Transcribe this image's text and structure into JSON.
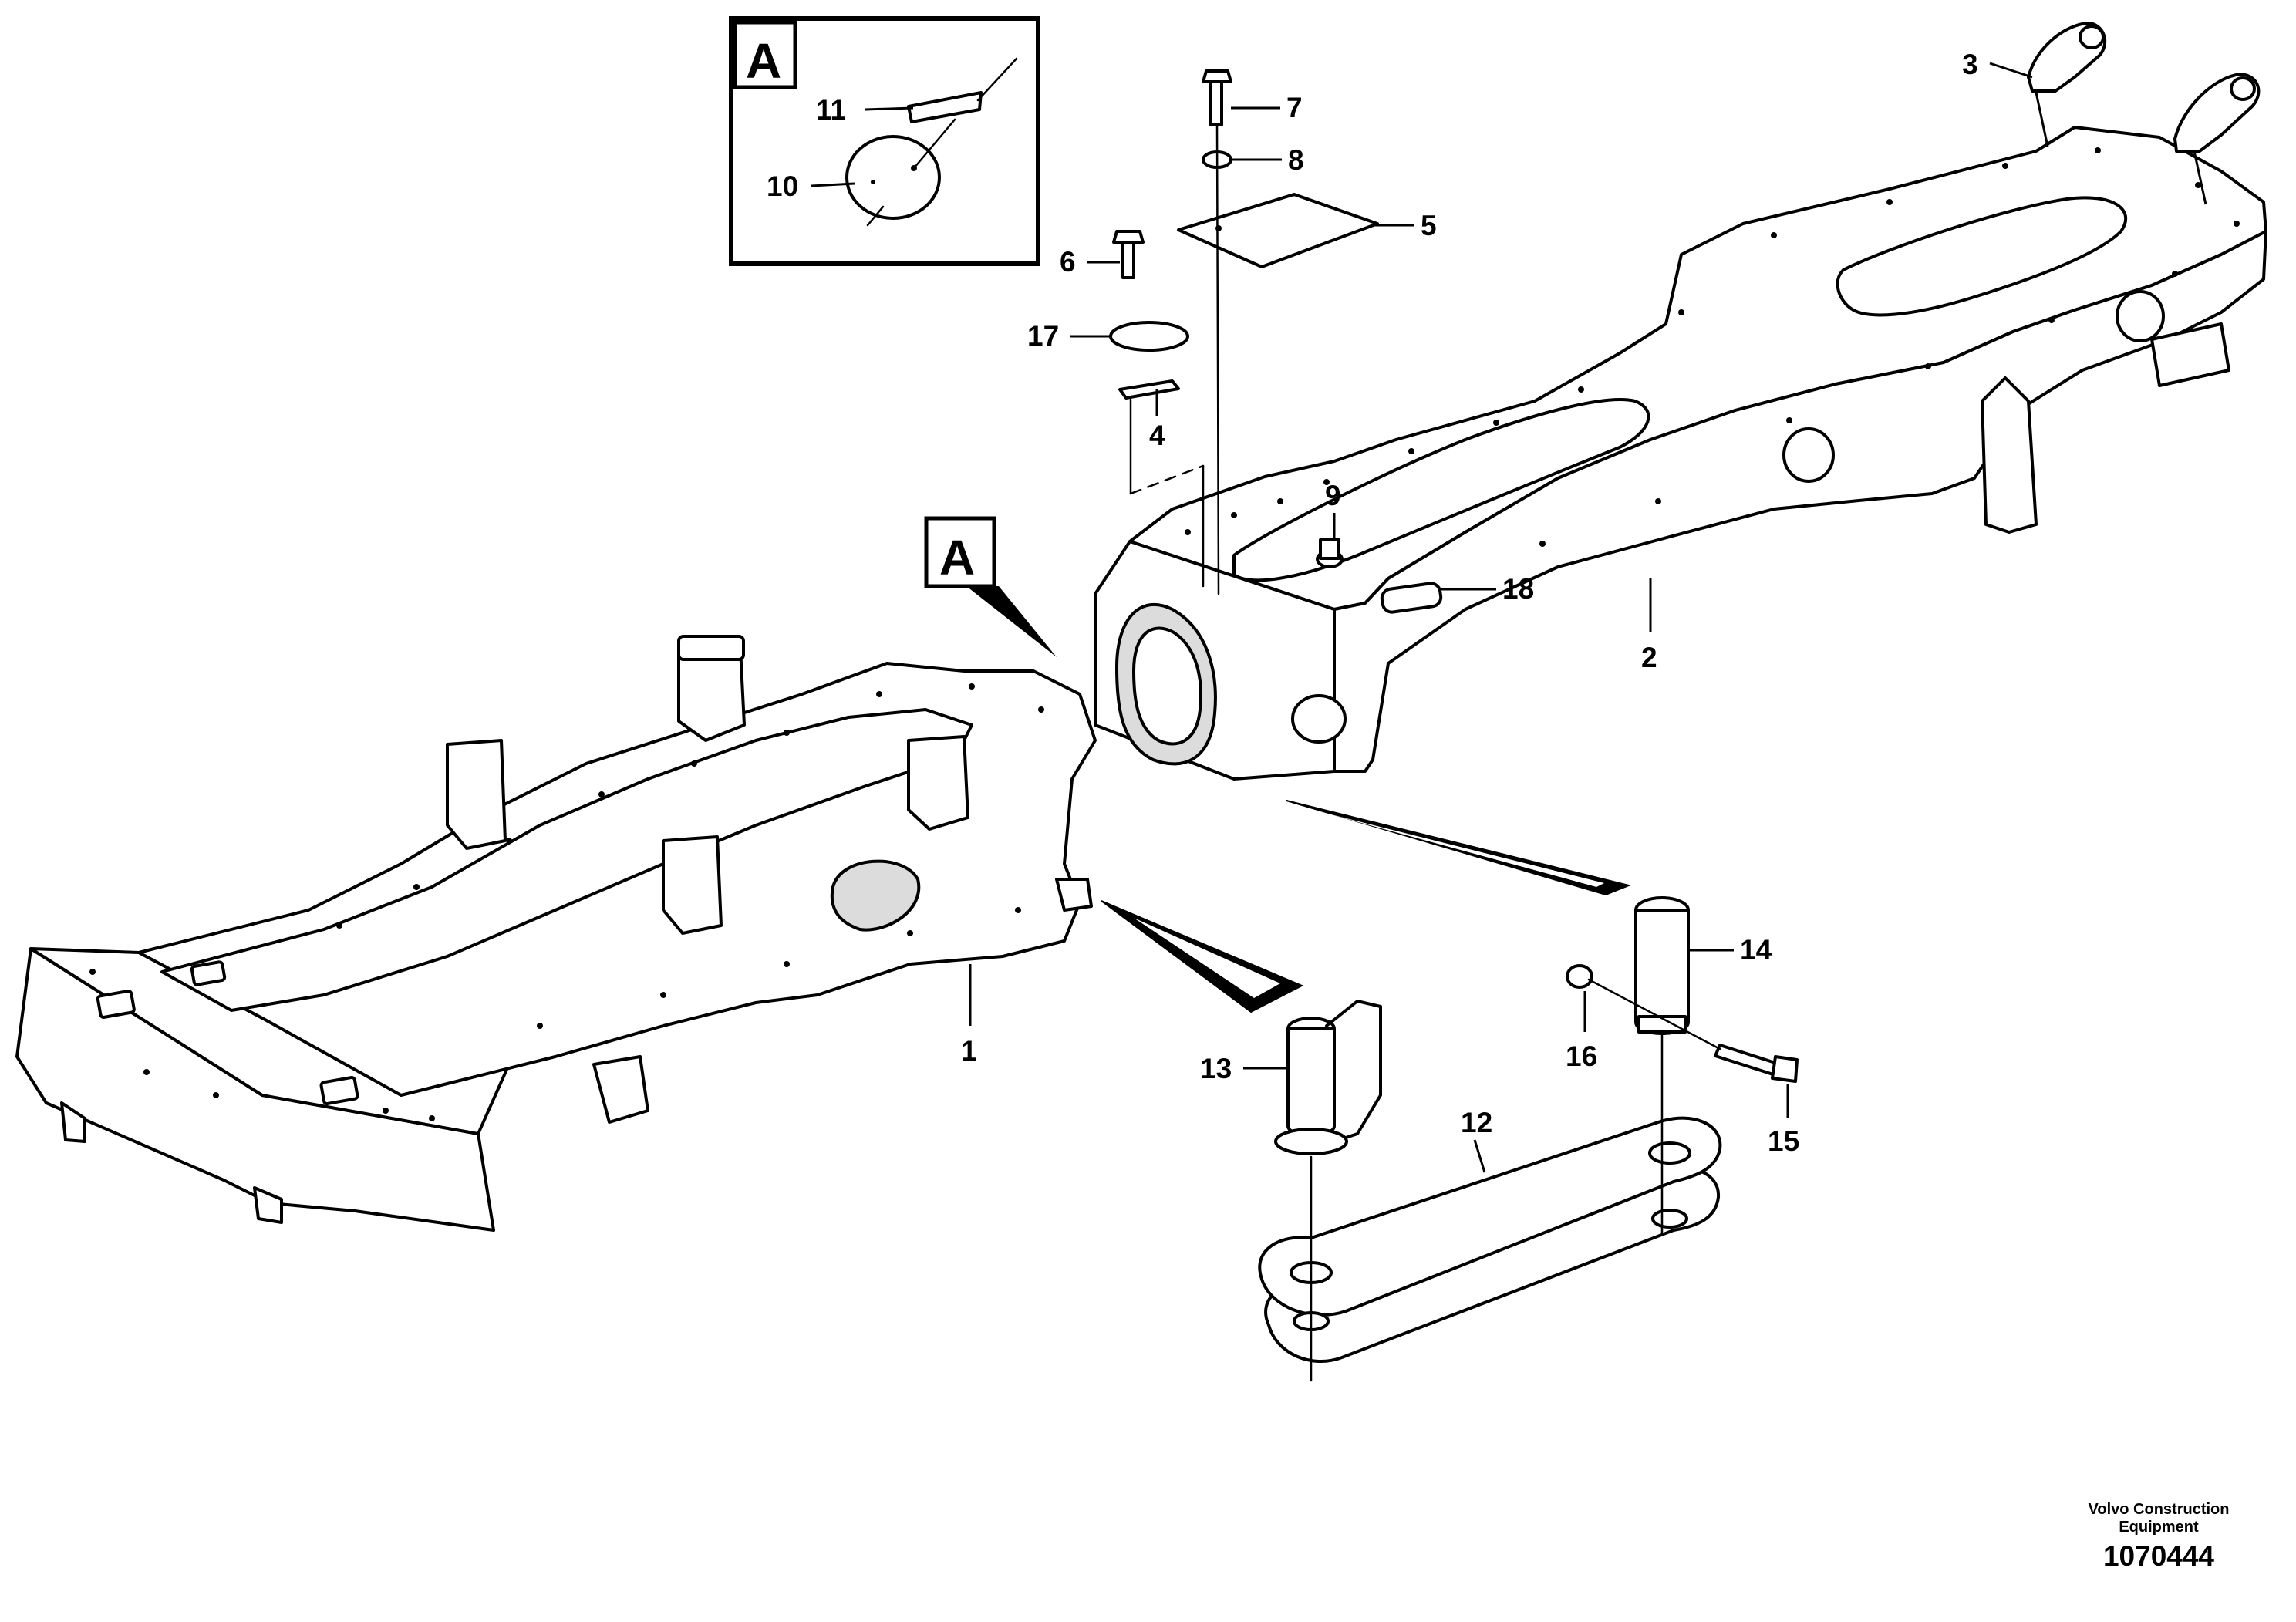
{
  "detail": {
    "box_letter": "A",
    "callout_letter": "A"
  },
  "callouts": {
    "c1": "1",
    "c2": "2",
    "c3": "3",
    "c4": "4",
    "c5": "5",
    "c6": "6",
    "c7": "7",
    "c8": "8",
    "c9": "9",
    "c10": "10",
    "c11": "11",
    "c12": "12",
    "c13": "13",
    "c14": "14",
    "c15": "15",
    "c16": "16",
    "c17": "17",
    "c18": "18"
  },
  "footer": {
    "brand_line1": "Volvo Construction",
    "brand_line2": "Equipment",
    "drawing_number": "1070444"
  }
}
